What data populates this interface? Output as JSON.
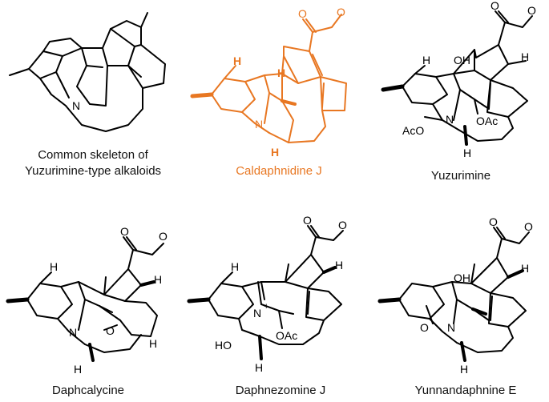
{
  "figure": {
    "compounds": [
      {
        "name_lines": [
          "Common skeleton of",
          "Yuzurimine-type alkaloids"
        ],
        "highlight": false,
        "color": "#000000",
        "atom_labels": [
          "N"
        ]
      },
      {
        "name_lines": [
          "Caldaphnidine  J"
        ],
        "highlight": true,
        "color": "#E87722",
        "atom_labels": [
          "O",
          "O",
          "H",
          "H",
          "H",
          "N"
        ]
      },
      {
        "name_lines": [
          "Yuzurimine"
        ],
        "highlight": false,
        "color": "#000000",
        "atom_labels": [
          "O",
          "O",
          "H",
          "OH",
          "H",
          "N",
          "AcO",
          "OAc",
          "H"
        ]
      },
      {
        "name_lines": [
          "Daphcalycine"
        ],
        "highlight": false,
        "color": "#000000",
        "atom_labels": [
          "O",
          "O",
          "H",
          "H",
          "N",
          "O",
          "H",
          "H"
        ]
      },
      {
        "name_lines": [
          "Daphnezomine  J"
        ],
        "highlight": false,
        "color": "#000000",
        "atom_labels": [
          "O",
          "O",
          "H",
          "H",
          "N",
          "+",
          "HO",
          "OAc",
          "H"
        ]
      },
      {
        "name_lines": [
          "Yunnandaphnine  E"
        ],
        "highlight": false,
        "color": "#000000",
        "atom_labels": [
          "O",
          "O",
          "OH",
          "H",
          "O",
          "N",
          "H"
        ]
      }
    ]
  }
}
